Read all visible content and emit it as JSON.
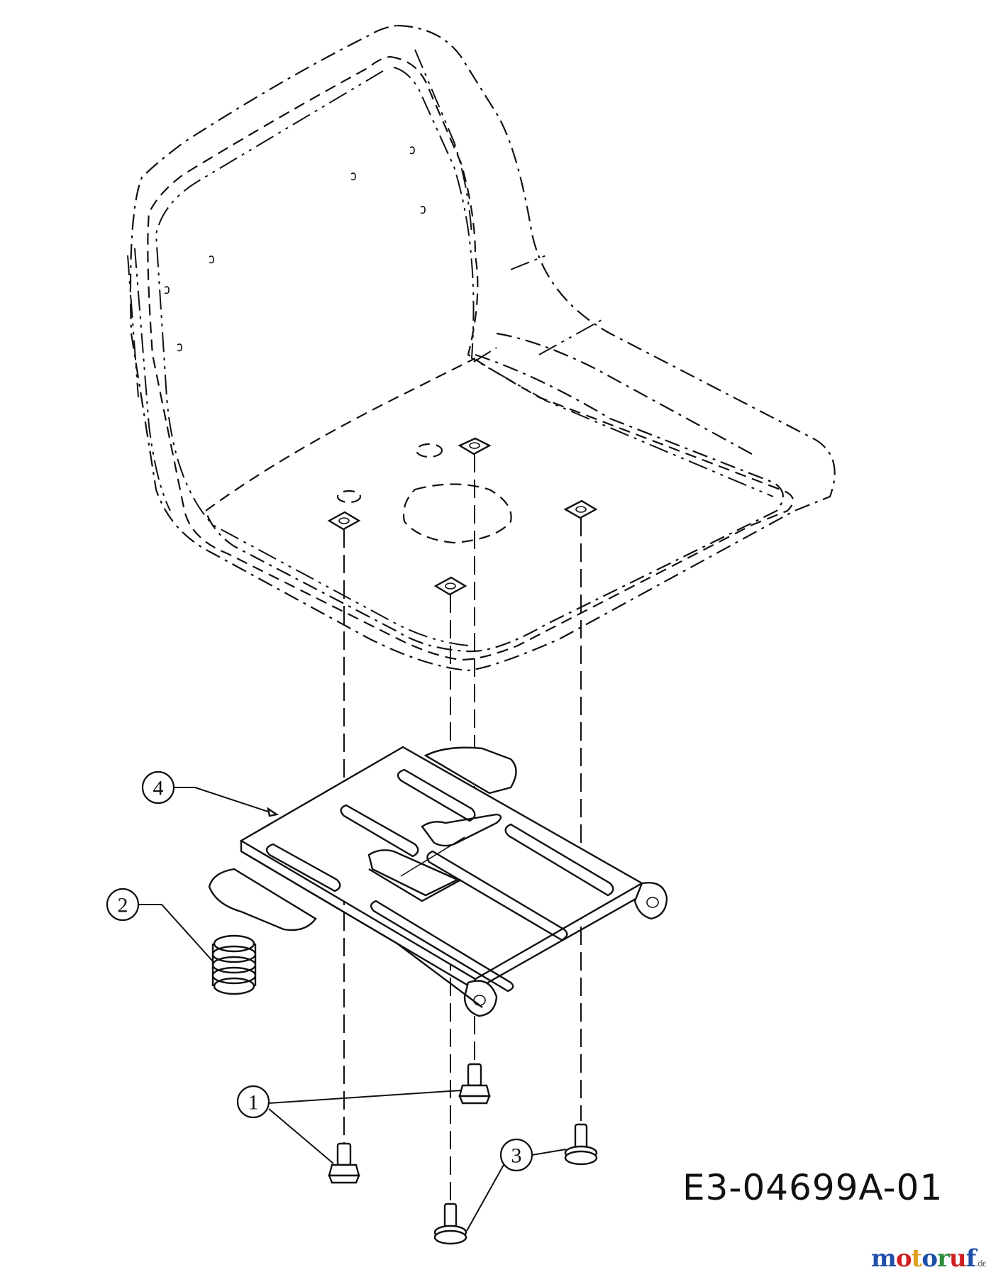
{
  "drawing_code": "E3-04699A-01",
  "watermark": {
    "brand": "motoruf",
    "suffix": ".de",
    "colors": [
      "#1f4fa8",
      "#d02020",
      "#e0a020",
      "#1f4fa8",
      "#2e8b3e",
      "#d02020",
      "#1f4fa8"
    ]
  },
  "callouts": [
    {
      "label": "1",
      "part": "bolt"
    },
    {
      "label": "2",
      "part": "spring"
    },
    {
      "label": "3",
      "part": "shoulder-bolt"
    },
    {
      "label": "4",
      "part": "seat-plate"
    }
  ]
}
